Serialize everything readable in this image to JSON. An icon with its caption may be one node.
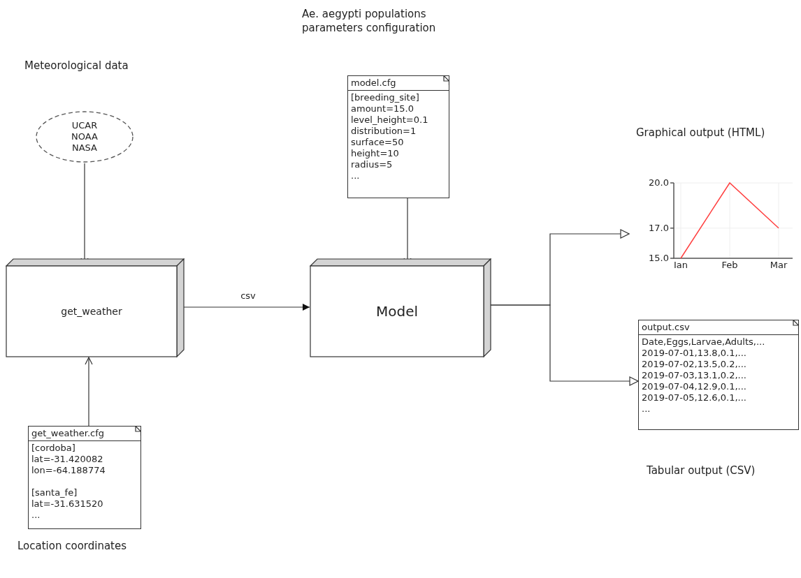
{
  "diagram": {
    "nodes": [
      {
        "text": [
          "UCAR NOAA NASA"
        ],
        "beside": [
          "Meteorological data"
        ]
      },
      {
        "text": [
          "get_weather"
        ]
      },
      {
        "text": [
          "get_weather.cfg",
          "[cordoba]",
          "lat=-31.420082",
          "lon=-64.188774",
          "[santa_fe]",
          "lat=-31.631520",
          "..."
        ],
        "beside": [
          "Location coordinates"
        ]
      },
      {
        "text": [
          "model.cfg",
          "[breeding_site]",
          "amount=15.0",
          "level_height=0.1",
          "distribution=1",
          "surface=50",
          "height=10",
          "radius=5",
          "..."
        ],
        "beside": [
          "Ae. aegypti populations parameters configuration"
        ]
      },
      {
        "text": [
          "Model"
        ]
      },
      {
        "text": [],
        "shape": "picture",
        "beside": [
          "Graphical output (HTML)"
        ]
      },
      {
        "text": [
          "output.csv",
          "Date,Eggs,Larvae,Adults,...",
          "2019-07-01,13.8,0.1,...",
          "2019-07-02,13.5,0.2,...",
          "2019-07-03,13.1,0.2,...",
          "2019-07-04,12.9,0.1,...",
          "2019-07-05,12.6,0.1,...",
          "..."
        ],
        "beside": [
          "Tabular output (CSV)"
        ]
      }
    ],
    "edges": [
      {
        "from": 0,
        "to": 1,
        "arrow": "to"
      },
      {
        "from": 2,
        "to": 1,
        "arrow": "to"
      },
      {
        "from": 1,
        "to": 4,
        "arrow": "to",
        "label": "csv"
      },
      {
        "from": 3,
        "to": 4,
        "arrow": "to"
      },
      {
        "from": 4,
        "to": 5,
        "arrow": "to"
      },
      {
        "from": 4,
        "to": 6,
        "arrow": "to"
      }
    ],
    "chart_data": {
      "type": "line",
      "categories": [
        "Ian",
        "Feb",
        "Mar"
      ],
      "series": [
        {
          "color": "#ff4040",
          "values": [
            15.0,
            20.0,
            17.0
          ]
        }
      ],
      "ylim": [
        15.0,
        20.0
      ],
      "grid": true,
      "yticks": [
        {
          "value": 15,
          "label": "15.0"
        },
        {
          "value": 17,
          "label": "17.0"
        },
        {
          "value": 20,
          "label": "20.0"
        }
      ]
    }
  }
}
